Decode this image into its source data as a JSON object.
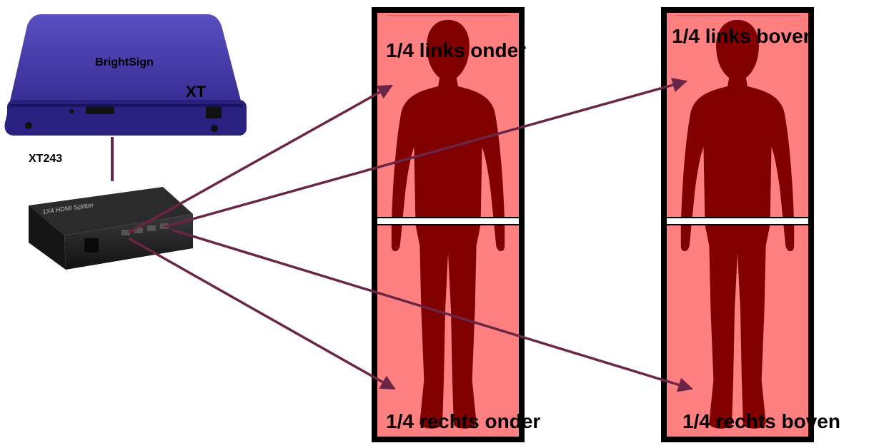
{
  "player": {
    "brand": "BrightSign",
    "model_badge": "XT",
    "model_label": "XT243"
  },
  "splitter": {
    "brand_text": "1X4 HDMI Splitter"
  },
  "screens": {
    "left_top": "1/4 links onder",
    "left_bottom": "1/4 rechts onder",
    "right_top": "1/4 links boven",
    "right_bottom": "1/4 rechts boven"
  },
  "colors": {
    "panel_fill": "#ff8080",
    "silhouette": "#800000",
    "frame": "#000000",
    "arrow": "#6b2545",
    "player_body": "#3a2e9e"
  }
}
